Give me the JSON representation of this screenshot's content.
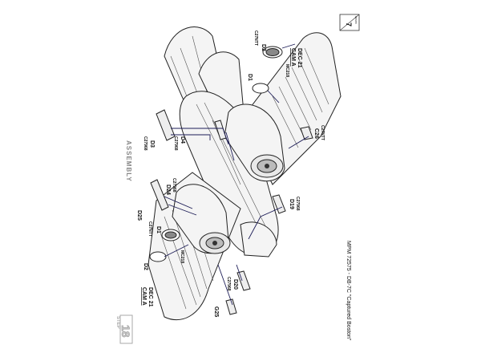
{
  "sheet": {
    "footer_title": "MPM 72575 - DB-7C \"Captured Boston\"",
    "assembly_heading": "ASSEMBLY",
    "step_label": "STEP",
    "step_number": "18",
    "page_number": "7",
    "page_mark": "MPM/8"
  },
  "callouts": {
    "dec21_upper": "DEC 21",
    "cama_upper": "CAM A",
    "dec21_lower": "DEC 21",
    "cama_lower": "CAM A",
    "c27ntt_upper": "C27NTT",
    "d2_upper": "D2",
    "mc218_upper": "MC218",
    "d1_upper": "D1",
    "c27968_left1": "C27968",
    "d3": "D3",
    "c27968_d4": "C27968",
    "d4": "D4",
    "c26": "C26",
    "c27ntt_c26": "C27NTT",
    "d24": "D24",
    "c27968_d24": "C27968",
    "d25": "D25",
    "c27ntt_lower": "C27NTT",
    "d1_lower": "D1",
    "mc218_lower": "MC218",
    "d2_lower": "D2",
    "d19": "D19",
    "c27968_d19": "C27968",
    "c27968_d20": "C27968",
    "d20": "D20",
    "g25": "G25"
  }
}
